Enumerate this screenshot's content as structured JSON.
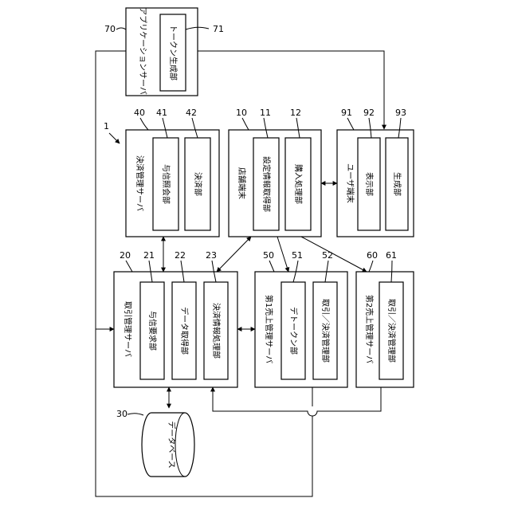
{
  "labels": {
    "app_server": "アプリケーションサーバ",
    "app_server_num": "70",
    "token_gen": "トークン生成部",
    "token_gen_num": "71",
    "system_num": "1",
    "payment_server": "決済管理サーバ",
    "payment_server_num": "40",
    "credit_inquiry": "与信照会部",
    "credit_inquiry_num": "41",
    "settlement": "決済部",
    "settlement_num": "42",
    "store_terminal": "店舗端末",
    "store_terminal_num": "10",
    "setting_info": "設定情報取得部",
    "setting_info_num": "11",
    "purchase": "購入処理部",
    "purchase_num": "12",
    "user_terminal": "ユーザ端末",
    "user_terminal_num": "91",
    "display": "表示部",
    "display_num": "92",
    "generation": "生成部",
    "generation_num": "93",
    "txn_server": "取引管理サーバ",
    "txn_server_num": "20",
    "credit_request": "与信要求部",
    "credit_request_num": "21",
    "data_acquire": "データ取得部",
    "data_acquire_num": "22",
    "payment_info": "決済情報処理部",
    "payment_info_num": "23",
    "sales1": "第1売上管理サーバ",
    "sales1_num": "50",
    "detoken": "デトークン部",
    "detoken_num": "51",
    "txn_payment1": "取引／決済管理部",
    "txn_payment1_num": "52",
    "sales2": "第2売上管理サーバ",
    "sales2_num": "60",
    "txn_payment2": "取引／決済管理部",
    "txn_payment2_num": "61",
    "database": "データベース",
    "database_num": "30"
  }
}
